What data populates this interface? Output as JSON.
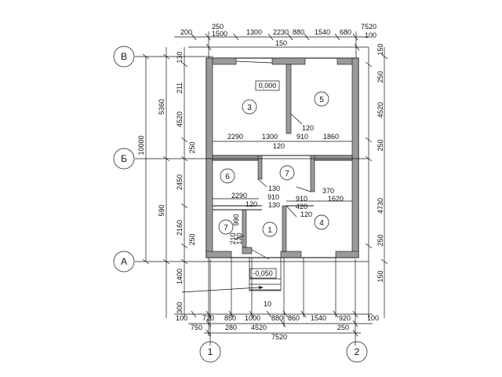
{
  "axes": {
    "row_top": "В",
    "row_mid": "Б",
    "row_bottom": "А",
    "col_left": "1",
    "col_right": "2"
  },
  "rooms": {
    "r3": "3",
    "r5": "5",
    "r6": "6",
    "r7a": "7",
    "r1": "1",
    "r4": "4",
    "r7b": "7"
  },
  "levels": {
    "floor": "0,000",
    "entry": "-0,050"
  },
  "steps": {
    "count": "10"
  },
  "dims_top": {
    "d200": "200",
    "d250": "250",
    "d1500": "1500",
    "d1300": "1300",
    "d2230": "2230",
    "d880": "880",
    "d1540": "1540",
    "d680": "680",
    "d7520": "7520",
    "d100": "100",
    "d150": "150"
  },
  "dims_bottom": {
    "d100a": "100",
    "d720": "720",
    "d850": "850",
    "d1000": "1000",
    "d880": "880",
    "d860": "860",
    "d1540": "1540",
    "d920": "920",
    "d100b": "100",
    "d750": "750",
    "d280": "280",
    "d4520": "4520",
    "d250": "250",
    "d7520": "7520"
  },
  "dims_left": {
    "d130": "130",
    "d211": "211",
    "d4520": "4520",
    "d250a": "250",
    "d5360": "5360",
    "d2450": "2450",
    "d10000": "10000",
    "d590": "590",
    "d2160": "2160",
    "d250b": "250",
    "d1400": "1400",
    "d300": "300"
  },
  "dims_right": {
    "d150a": "150",
    "d250a": "250",
    "d4520": "4520",
    "d250b": "250",
    "d4730": "4730",
    "d250c": "250",
    "d150b": "150"
  },
  "dims_interior": {
    "d2290a": "2290",
    "d1300": "1300",
    "d120a": "120",
    "d910a": "910",
    "d1860": "1860",
    "d120b": "120",
    "d130": "130",
    "d910b": "910",
    "d370": "370",
    "d2290b": "2290",
    "d120c": "120",
    "d130b": "130",
    "d420": "420",
    "d1620": "1620",
    "d120d": "120",
    "d990": "990",
    "d210": "210",
    "d120e": "120",
    "d910c": "910",
    "d120f": "120"
  }
}
